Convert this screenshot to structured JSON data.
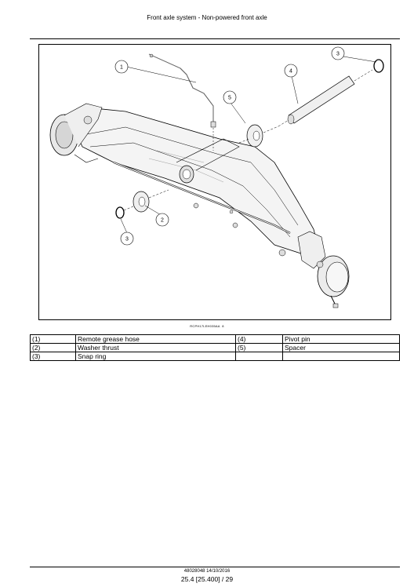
{
  "header": {
    "title": "Front axle system - Non-powered front axle"
  },
  "figure": {
    "code": "RCPH17LEH035AA",
    "code_suffix": "8",
    "callouts": [
      "1",
      "2",
      "3",
      "3",
      "4",
      "5"
    ]
  },
  "legend": {
    "rows": [
      {
        "num1": "(1)",
        "desc1": "Remote grease hose",
        "num2": "(4)",
        "desc2": "Pivot pin"
      },
      {
        "num1": "(2)",
        "desc1": "Washer thrust",
        "num2": "(5)",
        "desc2": "Spacer"
      },
      {
        "num1": "(3)",
        "desc1": "Snap ring",
        "num2": "",
        "desc2": ""
      }
    ]
  },
  "footer": {
    "doc_id": "48028048 14/10/2016",
    "page": "25.4 [25.400] / 29"
  }
}
